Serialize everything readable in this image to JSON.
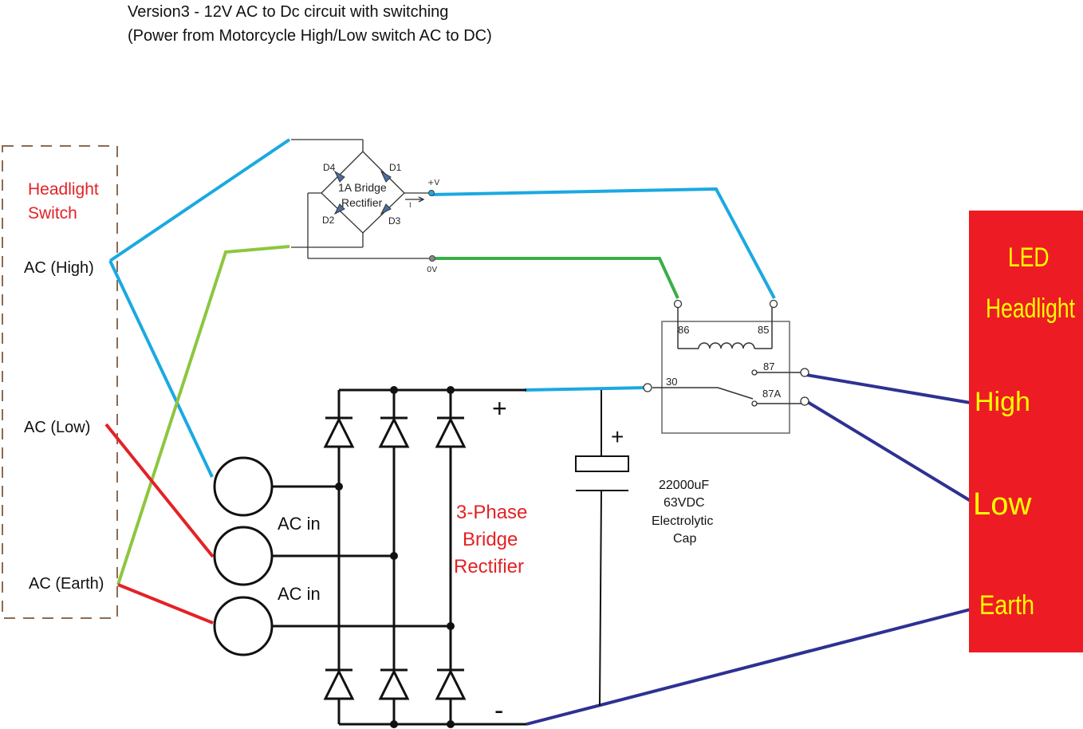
{
  "title": {
    "line1": "Version3 - 12V AC to Dc circuit with switching",
    "line2": "(Power from Motorcycle High/Low switch AC to DC)"
  },
  "headlight_switch": {
    "label_line1": "Headlight",
    "label_line2": "Switch",
    "terminals": [
      "AC (High)",
      "AC (Low)",
      "AC (Earth)"
    ]
  },
  "bridge_rectifier_1a": {
    "label_line1": "1A Bridge",
    "label_line2": "Rectifier",
    "diodes": [
      "D4",
      "D1",
      "D2",
      "D3"
    ],
    "output_positive": "+V",
    "output_ground": "0V",
    "current_label": "I"
  },
  "relay": {
    "pins": [
      "86",
      "85",
      "87",
      "30",
      "87A"
    ]
  },
  "three_phase": {
    "label_line1": "3-Phase",
    "label_line2": "Bridge",
    "label_line3": "Rectifier",
    "ac_in_labels": [
      "AC in",
      "AC in"
    ],
    "plus": "+",
    "minus": "-"
  },
  "capacitor": {
    "polarity": "+",
    "line1": "22000uF",
    "line2": "63VDC",
    "line3": "Electrolytic",
    "line4": "Cap"
  },
  "led_headlight": {
    "title_line1": "LED",
    "title_line2": "Headlight",
    "inputs": [
      "High",
      "Low",
      "Earth"
    ],
    "panel_color": "#ed1c24",
    "text_color": "#ffff00"
  },
  "wire_colors": {
    "high": "#1ba9e1",
    "ground_green": "#3aae49",
    "earth_green": "#8dc63f",
    "low": "#e32226",
    "relay_out": "#2e3192",
    "circuit": "#111111"
  }
}
